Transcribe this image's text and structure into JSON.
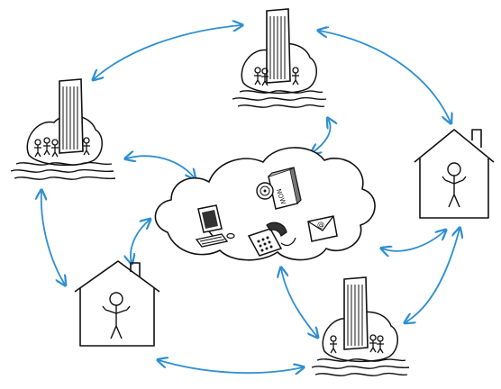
{
  "colors": {
    "ink": "#111111",
    "arrow": "#2f8fd0",
    "background": "#ffffff"
  },
  "icons": {
    "cloud": "cloud-icon",
    "office_tower": "office-tower-on-island-icon",
    "house": "house-icon",
    "person": "stick-figure-icon",
    "computer": "desktop-computer-icon",
    "telephone": "desk-telephone-icon",
    "envelope": "email-envelope-icon",
    "software_box": "software-box-icon"
  },
  "labels": {
    "envelope_symbol": "@",
    "software_box_text": "NOW"
  },
  "nodes": [
    {
      "id": "office-top",
      "kind": "office"
    },
    {
      "id": "office-left",
      "kind": "office"
    },
    {
      "id": "office-bottom-right",
      "kind": "office"
    },
    {
      "id": "home-right",
      "kind": "home"
    },
    {
      "id": "home-bottom-left",
      "kind": "home"
    },
    {
      "id": "cloud-center",
      "kind": "cloud"
    }
  ],
  "connections": [
    {
      "from": "office-top",
      "to": "office-left"
    },
    {
      "from": "office-top",
      "to": "home-right"
    },
    {
      "from": "office-left",
      "to": "home-bottom-left"
    },
    {
      "from": "home-right",
      "to": "office-bottom-right"
    },
    {
      "from": "home-bottom-left",
      "to": "office-bottom-right"
    },
    {
      "from": "cloud-center",
      "to": "office-top"
    },
    {
      "from": "cloud-center",
      "to": "office-left"
    },
    {
      "from": "cloud-center",
      "to": "home-right"
    },
    {
      "from": "cloud-center",
      "to": "home-bottom-left"
    },
    {
      "from": "cloud-center",
      "to": "office-bottom-right"
    }
  ]
}
